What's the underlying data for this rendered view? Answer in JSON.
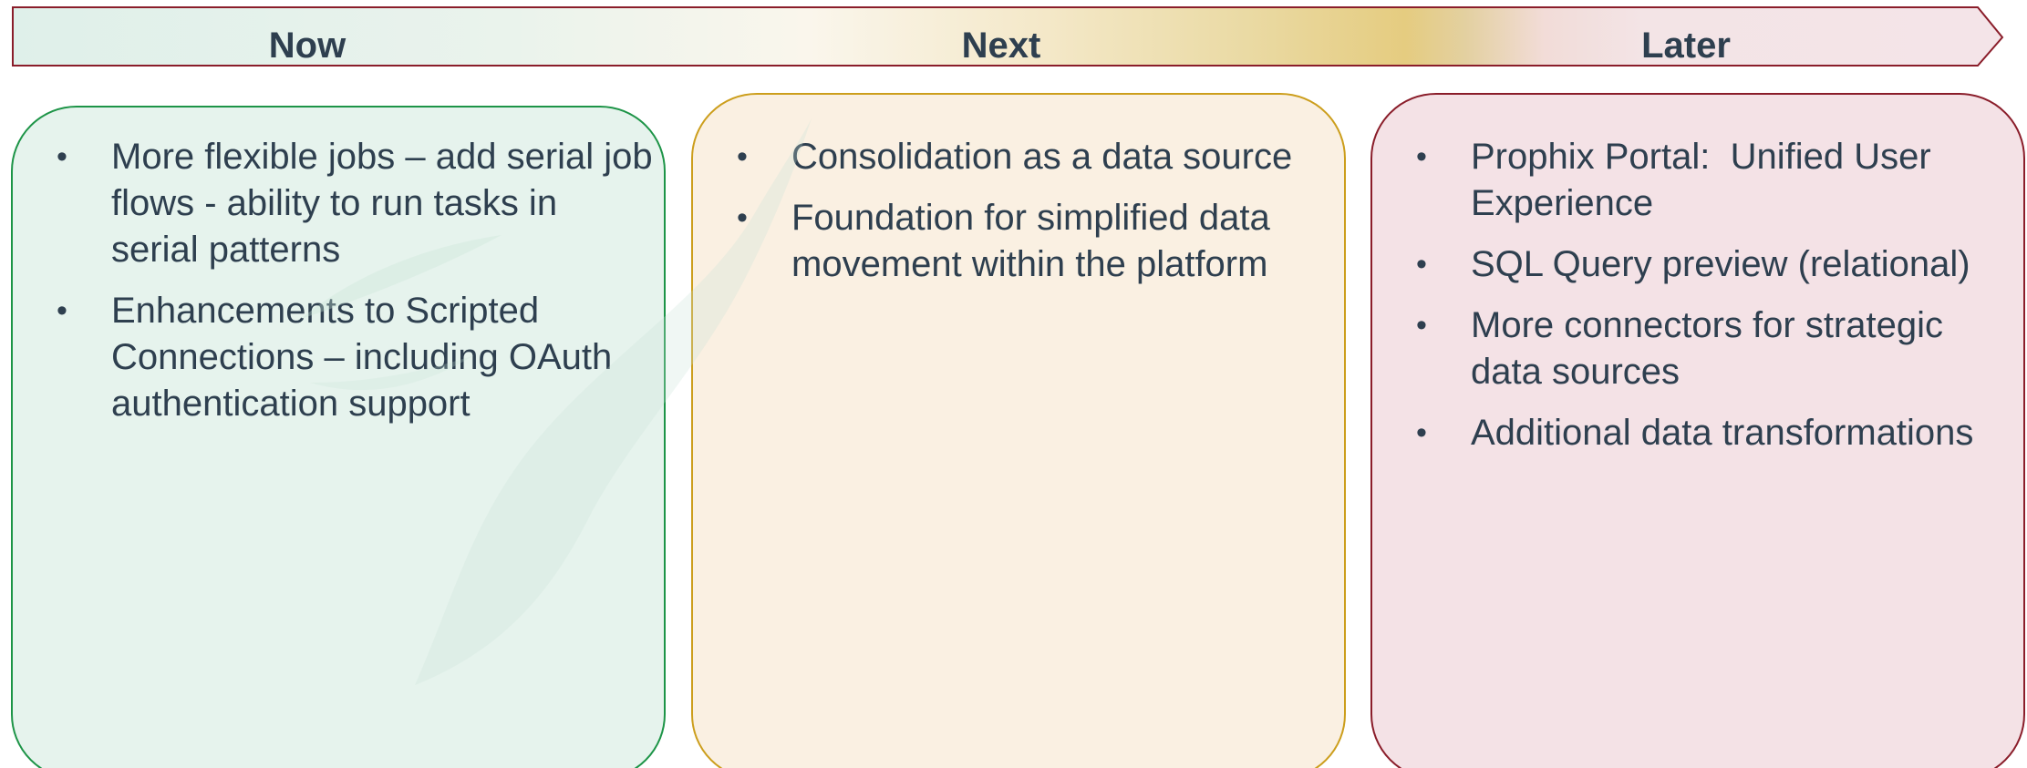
{
  "timeline": {
    "phases": [
      {
        "label": "Now"
      },
      {
        "label": "Next"
      },
      {
        "label": "Later"
      }
    ],
    "colors": {
      "now": "#1d9447",
      "next": "#cc9e1c",
      "later": "#8a1d2a",
      "text": "#2e3f4f"
    }
  },
  "columns": {
    "now": {
      "items": [
        "More flexible jobs – add serial job flows - ability to run tasks in serial patterns",
        "Enhancements to Scripted Connections – including OAuth authentication support"
      ]
    },
    "next": {
      "items": [
        "Consolidation as a data source",
        "Foundation for simplified data movement within the platform"
      ]
    },
    "later": {
      "items": [
        "Prophix Portal:  Unified User Experience",
        "SQL Query preview (relational)",
        "More connectors for strategic data sources",
        "Additional data transformations"
      ]
    }
  },
  "bullet_glyph": "•"
}
